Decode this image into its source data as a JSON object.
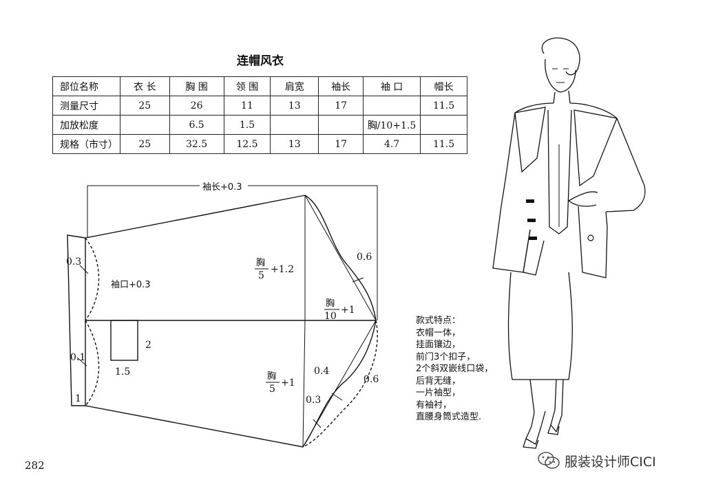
{
  "title": "连帽风衣",
  "table": {
    "header": [
      "部位名称",
      "衣 长",
      "胸 围",
      "领 围",
      "肩宽",
      "袖长",
      "袖 口",
      "帽长"
    ],
    "rows": [
      [
        "测量尺寸",
        "25",
        "26",
        "11",
        "13",
        "17",
        "",
        "11.5"
      ],
      [
        "加放松度",
        "",
        "6.5",
        "1.5",
        "",
        "",
        "胸/10+1.5",
        ""
      ],
      [
        "规格（市寸）",
        "25",
        "32.5",
        "12.5",
        "13",
        "17",
        "4.7",
        "11.5"
      ]
    ]
  },
  "diagram": {
    "sleeve_length_label": "袖长+0.3",
    "cuff_label": "袖口+0.3",
    "chest_numerator": "胸",
    "denom_five": "5",
    "denom_ten": "10",
    "plus_1_2": "+1.2",
    "plus_1": "+1",
    "val_0_3": "0.3",
    "val_0_1": "0.1",
    "val_1": "1",
    "val_2": "2",
    "val_1_5": "1.5",
    "val_0_6": "0.6",
    "val_0_4": "0.4"
  },
  "features": {
    "heading": "款式特点：",
    "lines": [
      "衣帽一体，",
      "挂面镶边，",
      "前门3个扣子，",
      "2个斜双嵌线口袋，",
      "后背无缝，",
      "一片袖型，",
      "有袖衬，",
      "直腰身筒式造型."
    ]
  },
  "page_number": "282",
  "watermark": "服装设计师CICI"
}
